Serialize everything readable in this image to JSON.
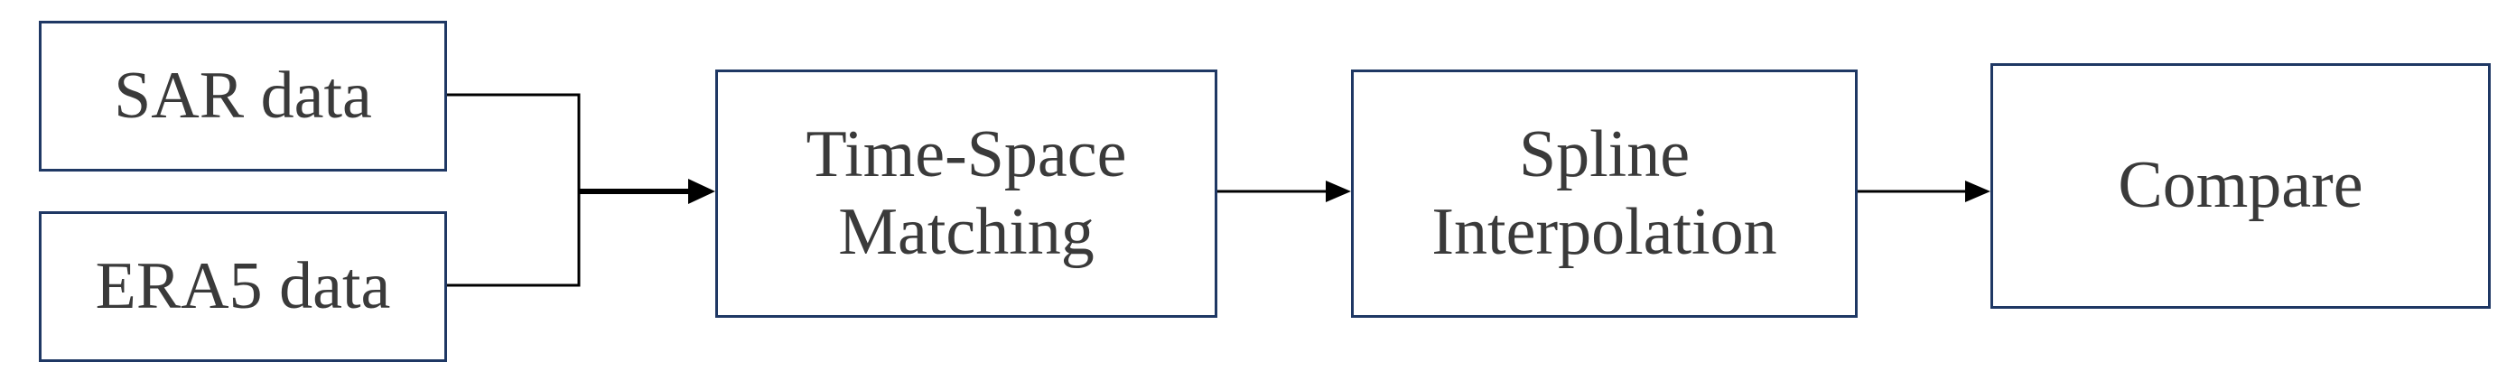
{
  "nodes": {
    "sar": {
      "label": "SAR data"
    },
    "era5": {
      "label": "ERA5 data"
    },
    "matching": {
      "lines": [
        "Time-Space",
        "Matching"
      ]
    },
    "spline": {
      "lines": [
        "Spline",
        "Interpolation"
      ]
    },
    "compare": {
      "label": "Compare"
    }
  },
  "edges": [
    {
      "from": "sar",
      "to": "matching"
    },
    {
      "from": "era5",
      "to": "matching"
    },
    {
      "from": "matching",
      "to": "spline"
    },
    {
      "from": "spline",
      "to": "compare"
    }
  ],
  "colors": {
    "box_border": "#1f3864",
    "text": "#3a3a3a",
    "connector": "#000000"
  }
}
